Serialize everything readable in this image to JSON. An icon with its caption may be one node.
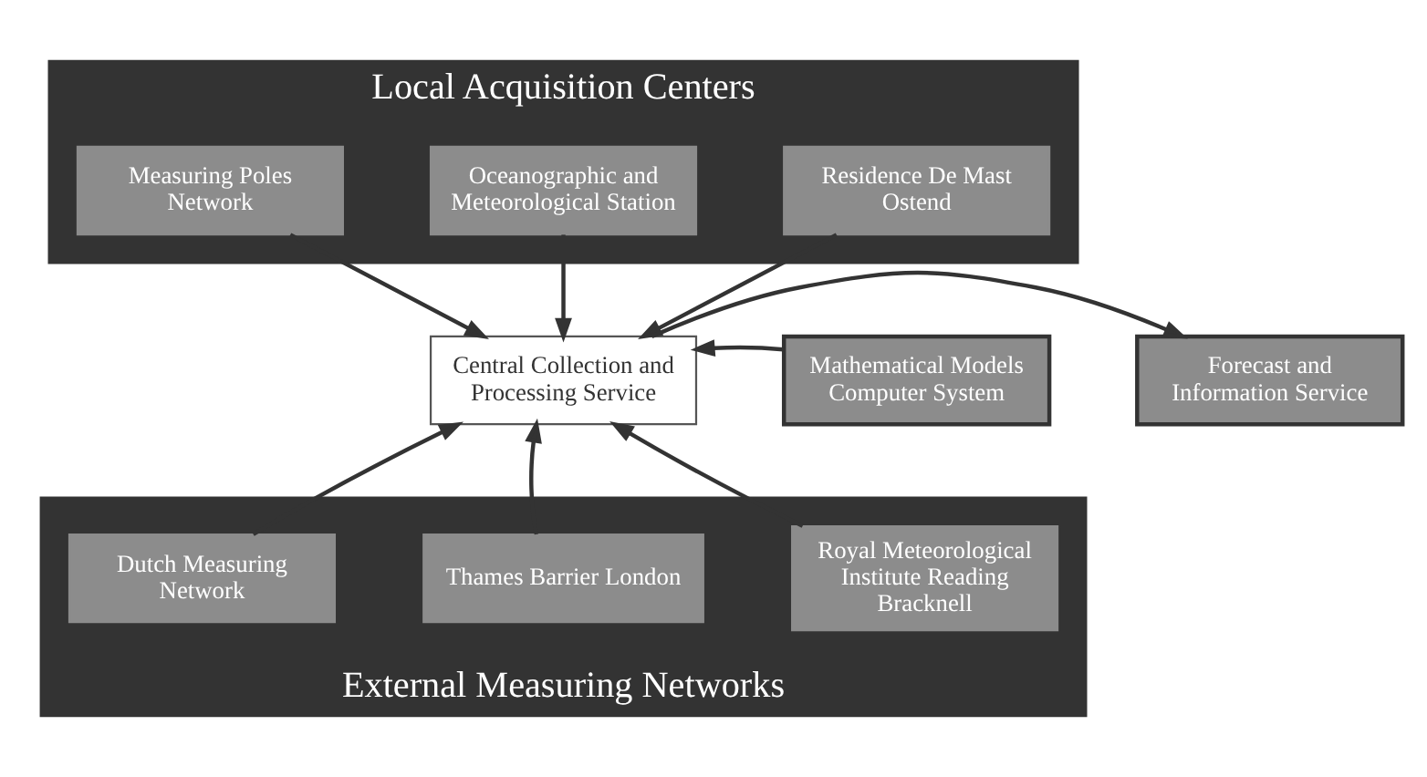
{
  "diagram": {
    "nodes": [
      {
        "text": [
          "Local Acquisition Centers"
        ]
      },
      {
        "text": [
          "Residence De Mast Ostend"
        ],
        "in": 0
      },
      {
        "text": [
          "Oceanographic and Meteorological Station"
        ],
        "in": 0
      },
      {
        "text": [
          "Measuring Poles Network"
        ],
        "in": 0
      },
      {
        "text": [
          "Forecast and Information Service"
        ]
      },
      {
        "text": [
          "Central Collection and Processing Service"
        ]
      },
      {
        "text": [
          "Mathematical Models Computer System"
        ]
      },
      {
        "text": [
          "External Measuring Networks"
        ]
      },
      {
        "text": [
          "Royal Meteorological Institute Reading Bracknell"
        ],
        "in": 7
      },
      {
        "text": [
          "Thames Barrier London"
        ],
        "in": 7
      },
      {
        "text": [
          "Dutch Measuring Network"
        ],
        "in": 7
      }
    ],
    "edges": [
      {
        "from": 1,
        "to": 5,
        "arrow": "to"
      },
      {
        "from": 2,
        "to": 5,
        "arrow": "to"
      },
      {
        "from": 3,
        "to": 5,
        "arrow": "to"
      },
      {
        "from": 5,
        "to": 4,
        "arrow": "to"
      },
      {
        "from": 6,
        "to": 5,
        "arrow": "to"
      },
      {
        "from": 8,
        "to": 5,
        "arrow": "to"
      },
      {
        "from": 9,
        "to": 5,
        "arrow": "to"
      },
      {
        "from": 10,
        "to": 5,
        "arrow": "to"
      }
    ]
  }
}
